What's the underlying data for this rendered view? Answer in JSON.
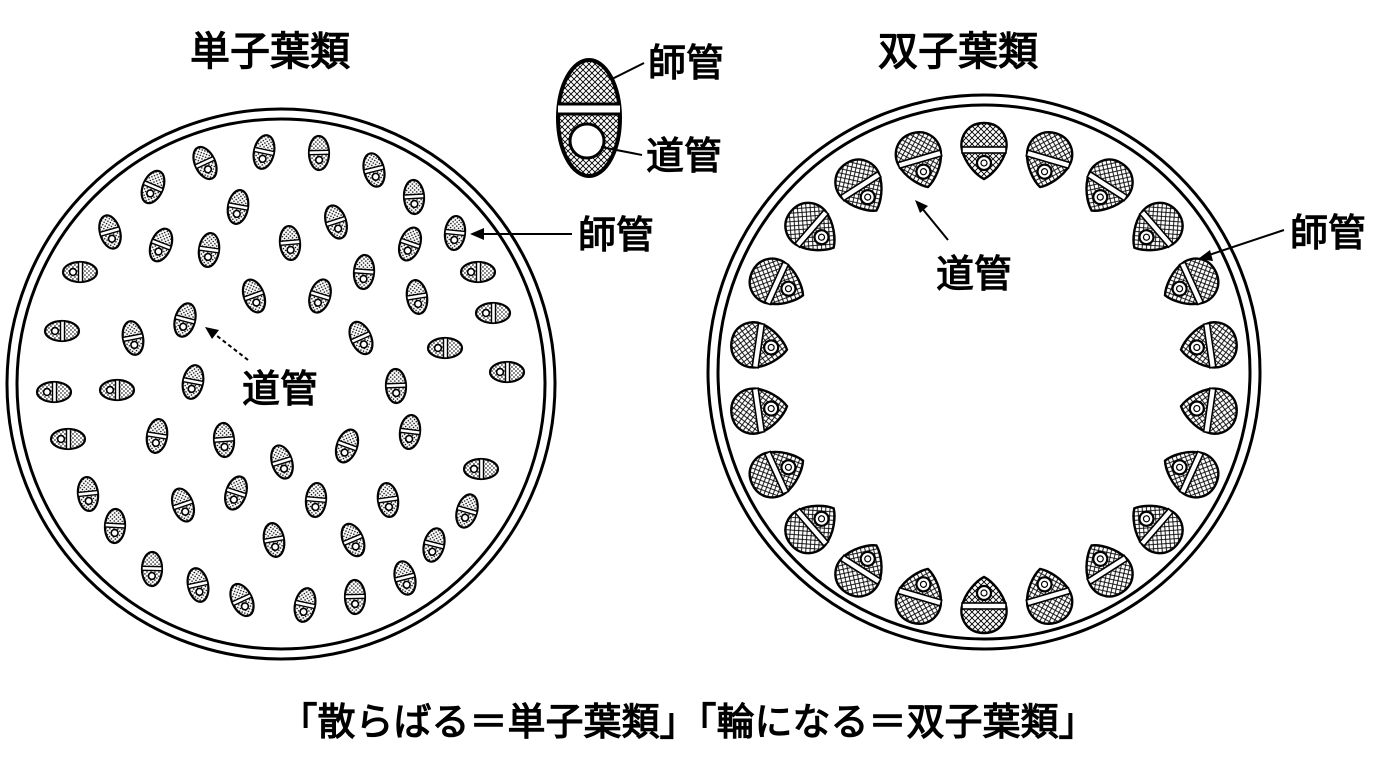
{
  "titles": {
    "monocot": "単子葉類",
    "dicot": "双子葉類"
  },
  "legend": {
    "phloem": "師管",
    "xylem": "道管"
  },
  "monocot_labels": {
    "phloem": "師管",
    "xylem": "道管"
  },
  "dicot_labels": {
    "phloem": "師管",
    "xylem": "道管"
  },
  "caption": "「散らばる＝単子葉類」「輪になる＝双子葉類」"
}
